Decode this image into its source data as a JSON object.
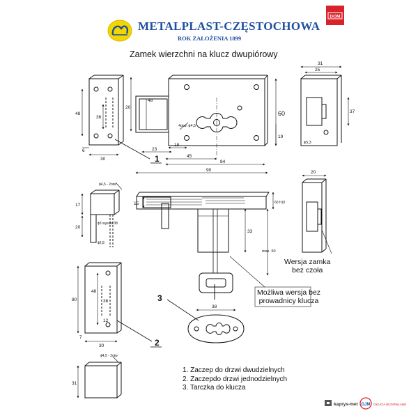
{
  "brand": {
    "name": "METALPLAST-CZĘSTOCHOWA",
    "subtitle": "ROK ZAŁOŻENIA 1899",
    "corner_logo_text": "DOM",
    "primary_color": "#1f4fa0",
    "logo_color": "#e8c400",
    "corner_logo_color": "#d8232a"
  },
  "title": "Zamek wierzchni na klucz dwupiórowy",
  "callouts": {
    "one": "1",
    "two": "2",
    "three": "3"
  },
  "dimensions": {
    "front_top": [
      "84",
      "90",
      "45",
      "18",
      "23"
    ],
    "front_side": [
      "60",
      "19",
      "20",
      "48"
    ],
    "front_keyhole": "4otw. ϕ4,5",
    "strike1": [
      "48",
      "36",
      "30",
      "6"
    ],
    "strike1_side": [
      "17",
      "20",
      "ϕ4,5 - 2otw",
      "ϕ3 wysoki 38",
      "ϕ2,8"
    ],
    "side_view": [
      "31",
      "25",
      "ϕ5,3",
      "37"
    ],
    "section": [
      "15",
      "33",
      "max. 60",
      "60 h10"
    ],
    "strike2": [
      "80",
      "48",
      "36",
      "12",
      "30",
      "7"
    ],
    "strike2_side": [
      "ϕ4,5 - 2otw",
      "31"
    ],
    "escutcheon": "38",
    "wersja_view": "20"
  },
  "notes": {
    "bez_czola": [
      "Wersja zamka",
      "bez czoła"
    ],
    "bez_prowadnicy": [
      "Możliwa wersja bez",
      "prowadnicy klucza"
    ]
  },
  "legend": [
    "1. Zaczep do drzwi dwudzielnych",
    "2. Zaczepdo drzwi jednodzielnych",
    "3. Tarczka do klucza"
  ],
  "footer": {
    "partner_a": "kaprys-met",
    "partner_b": "GJM",
    "partner_b_caption": "OKUCIA BUDOWLANE"
  }
}
